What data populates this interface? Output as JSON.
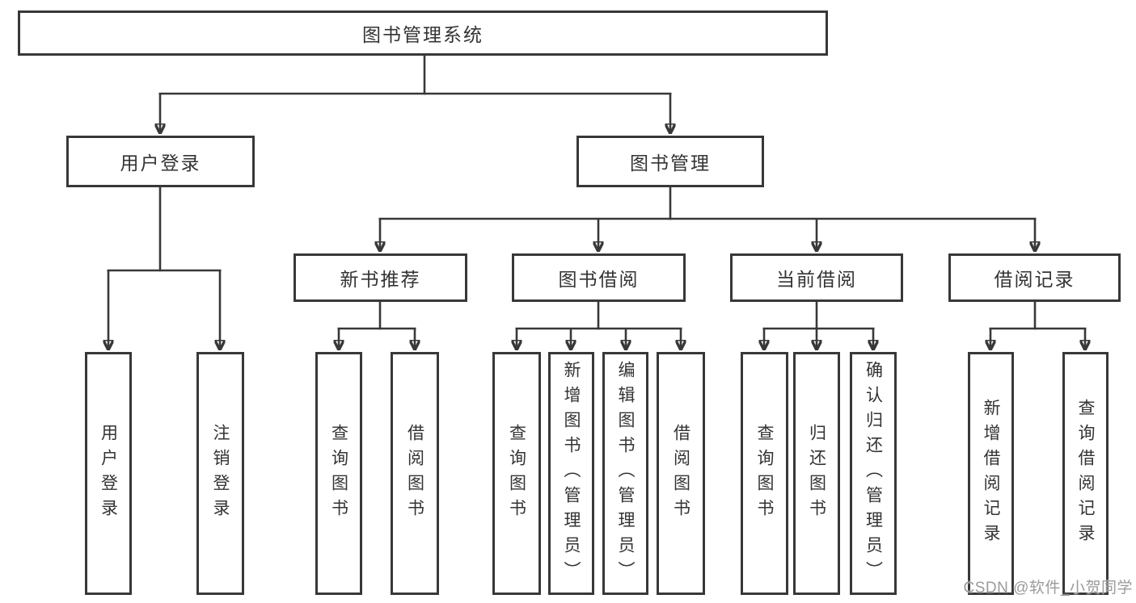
{
  "diagram": {
    "root": {
      "label": "图书管理系统"
    },
    "branches": [
      {
        "label": "用户登录",
        "children": [
          {
            "label": "用户登录"
          },
          {
            "label": "注销登录"
          }
        ]
      },
      {
        "label": "图书管理",
        "children": [
          {
            "label": "新书推荐",
            "children": [
              {
                "label": "查询图书"
              },
              {
                "label": "借阅图书"
              }
            ]
          },
          {
            "label": "图书借阅",
            "children": [
              {
                "label": "查询图书"
              },
              {
                "label": "新增图书（管理员）"
              },
              {
                "label": "编辑图书（管理员）"
              },
              {
                "label": "借阅图书"
              }
            ]
          },
          {
            "label": "当前借阅",
            "children": [
              {
                "label": "查询图书"
              },
              {
                "label": "归还图书"
              },
              {
                "label": "确认归还（管理员）"
              }
            ]
          },
          {
            "label": "借阅记录",
            "children": [
              {
                "label": "新增借阅记录"
              },
              {
                "label": "查询借阅记录"
              }
            ]
          }
        ]
      }
    ]
  },
  "watermark": {
    "text": "CSDN @软件_小贺同学"
  },
  "colors": {
    "line": "#383838",
    "text": "#333333",
    "box_fill": "#ffffff",
    "background": "#ffffff",
    "watermark": "#9b9b9b"
  }
}
